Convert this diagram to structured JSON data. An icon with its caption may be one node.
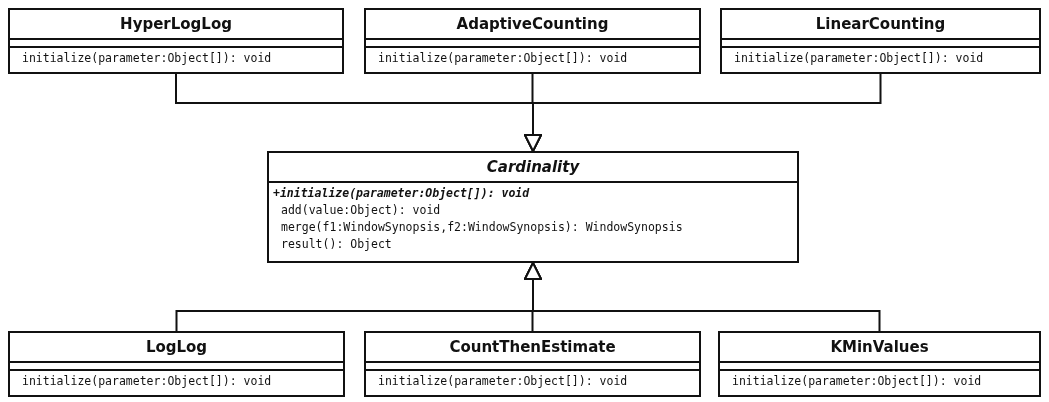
{
  "diagram": {
    "nodes": [
      {
        "text": [
          "HyperLogLog",
          "initialize(parameter:Object[]): void"
        ]
      },
      {
        "text": [
          "AdaptiveCounting",
          "initialize(parameter:Object[]): void"
        ]
      },
      {
        "text": [
          "LinearCounting",
          "initialize(parameter:Object[]): void"
        ]
      },
      {
        "text": [
          "Cardinality",
          "+initialize(parameter:Object[]): void",
          "add(value:Object): void",
          "merge(f1:WindowSynopsis,f2:WindowSynopsis): WindowSynopsis",
          "result(): Object"
        ]
      },
      {
        "text": [
          "LogLog",
          "initialize(parameter:Object[]): void"
        ]
      },
      {
        "text": [
          "CountThenEstimate",
          "initialize(parameter:Object[]): void"
        ]
      },
      {
        "text": [
          "KMinValues",
          "initialize(parameter:Object[]): void"
        ]
      }
    ],
    "edges": [
      {
        "from": 0,
        "to": 3,
        "arrow": "to"
      },
      {
        "from": 1,
        "to": 3,
        "arrow": "to"
      },
      {
        "from": 2,
        "to": 3,
        "arrow": "to"
      },
      {
        "from": 4,
        "to": 3,
        "arrow": "to"
      },
      {
        "from": 5,
        "to": 3,
        "arrow": "to"
      },
      {
        "from": 6,
        "to": 3,
        "arrow": "to"
      }
    ]
  }
}
